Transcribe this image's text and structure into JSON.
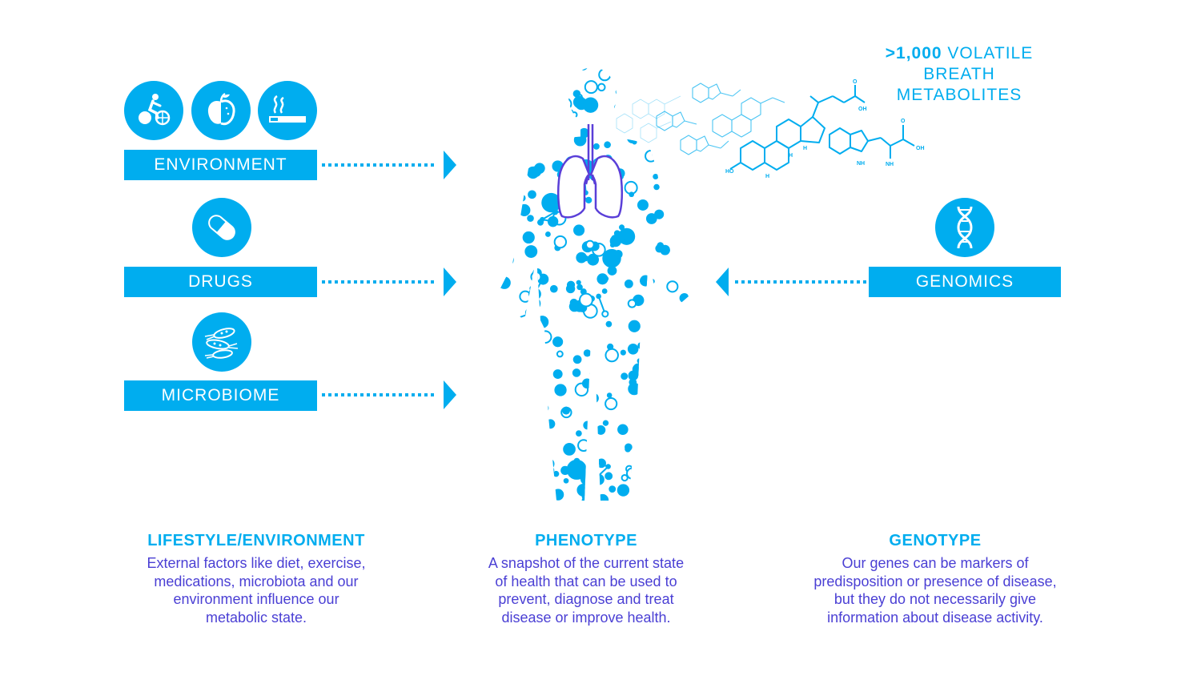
{
  "left": {
    "labels": {
      "environment": "ENVIRONMENT",
      "drugs": "DRUGS",
      "microbiome": "MICROBIOME"
    },
    "icons": [
      "bicycle-icon",
      "apple-icon",
      "cigarette-icon",
      "pill-icon",
      "bacteria-icon"
    ]
  },
  "right": {
    "labels": {
      "genomics": "GENOMICS"
    },
    "icons": [
      "dna-icon"
    ]
  },
  "breath": {
    "highlight": ">1,000",
    "line1_rest": " VOLATILE",
    "line2": "BREATH",
    "line3": "METABOLITES"
  },
  "molecule_labels": {
    "ho": "HO",
    "h1": "H",
    "h2": "H",
    "h3": "H",
    "o1": "O",
    "oh1": "OH",
    "nh": "NH",
    "nh2": "NH",
    "o2": "O",
    "oh2": "OH"
  },
  "sections": {
    "lifestyle": {
      "title": "LIFESTYLE/ENVIRONMENT",
      "lines": [
        "External factors like diet, exercise,",
        "medications, microbiota and our",
        "environment influence our",
        "metabolic state."
      ]
    },
    "phenotype": {
      "title": "PHENOTYPE",
      "lines": [
        "A snapshot of the current state",
        "of health that can be used to",
        "prevent, diagnose and treat",
        "disease or improve health."
      ]
    },
    "genotype": {
      "title": "GENOTYPE",
      "lines": [
        "Our genes can be markers of",
        "predisposition or presence of disease,",
        "but they do not necessarily give",
        "information about disease activity."
      ]
    }
  },
  "colors": {
    "accent": "#00adef",
    "text": "#4a3fd4",
    "lungs": "#5a3fd8"
  }
}
